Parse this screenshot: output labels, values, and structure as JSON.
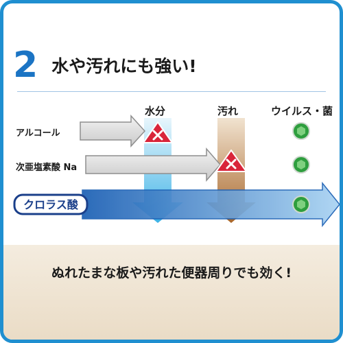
{
  "step_number": "2",
  "heading": "水や汚れにも強い!",
  "columns": {
    "water": "水分",
    "dirt": "汚れ",
    "virus": "ウイルス・菌"
  },
  "rows": {
    "alcohol": "アルコール",
    "hypochlorite": "次亜塩素酸 Na",
    "chlorous": "クロラス酸"
  },
  "footer": "ぬれたまな板や汚れた便器周りでも効く!",
  "colors": {
    "border": "#1f8fd0",
    "accent_blue": "#1b74c4",
    "blocked_mark": "#d9253a",
    "effective_mark": "#2e9e3e"
  }
}
